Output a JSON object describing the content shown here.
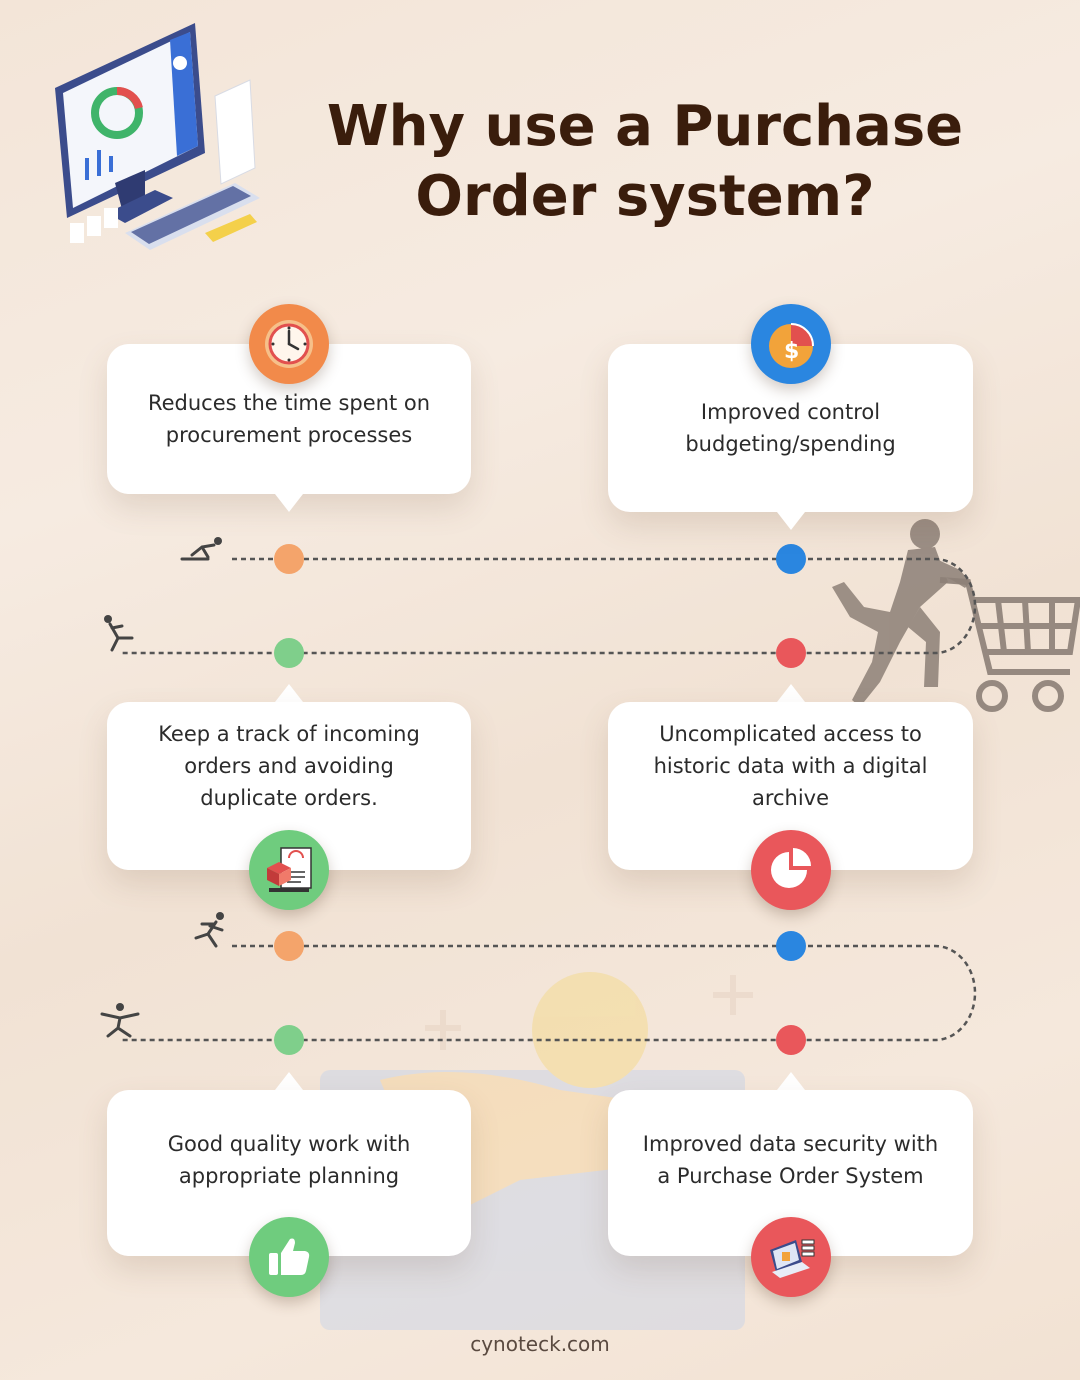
{
  "title": "Why use a Purchase Order system?",
  "benefits": [
    {
      "text": "Reduces the time spent on procurement processes",
      "icon": "clock-icon",
      "color": "#f28a4a"
    },
    {
      "text": "Improved control budgeting/spending",
      "icon": "budget-icon",
      "color": "#2a86e0"
    },
    {
      "text": "Keep a track of incoming orders and avoiding duplicate orders.",
      "icon": "order-tracking-icon",
      "color": "#6fcc7e"
    },
    {
      "text": "Uncomplicated access to historic data with a digital archive",
      "icon": "pie-chart-icon",
      "color": "#e9575b"
    },
    {
      "text": "Good quality work with appropriate planning",
      "icon": "thumbs-up-icon",
      "color": "#6fcc7e"
    },
    {
      "text": "Improved data security with a Purchase Order System",
      "icon": "data-security-icon",
      "color": "#e9575b"
    }
  ],
  "colors": {
    "orange": "#f4a46b",
    "blue": "#2a86e0",
    "green": "#7fcf8b",
    "red": "#e9575b",
    "title": "#3a1d0c"
  },
  "footer": "cynoteck.com"
}
